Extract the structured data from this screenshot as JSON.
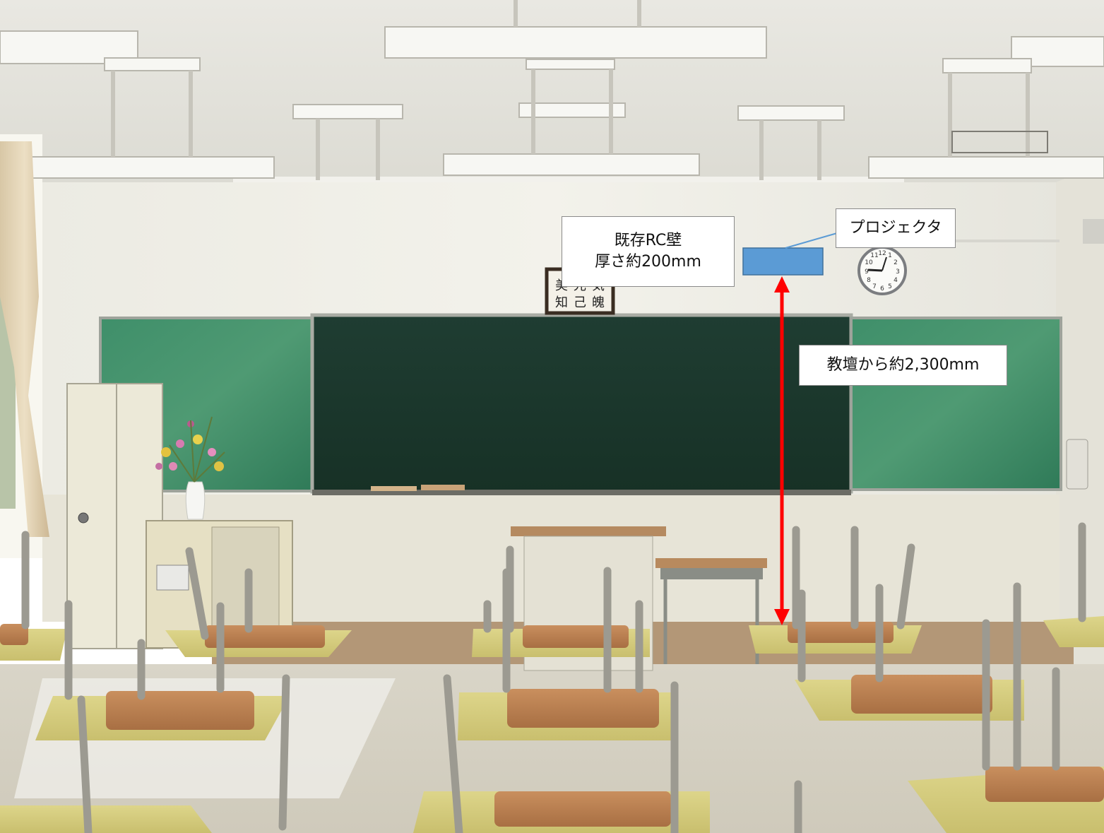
{
  "annotations": {
    "wall": {
      "line1": "既存RC壁",
      "line2": "厚さ約200mm"
    },
    "projector": {
      "label": "プロジェクタ",
      "color": "#5b9bd5"
    },
    "height": {
      "label": "教壇から約2,300mm",
      "arrow_color": "#ff0000"
    }
  },
  "scene": {
    "framed_calligraphy": [
      "美",
      "光",
      "気",
      "知",
      "己",
      "魄"
    ],
    "clock_numbers": [
      "12",
      "1",
      "2",
      "3",
      "4",
      "5",
      "6",
      "7",
      "8",
      "9",
      "10",
      "11"
    ]
  }
}
